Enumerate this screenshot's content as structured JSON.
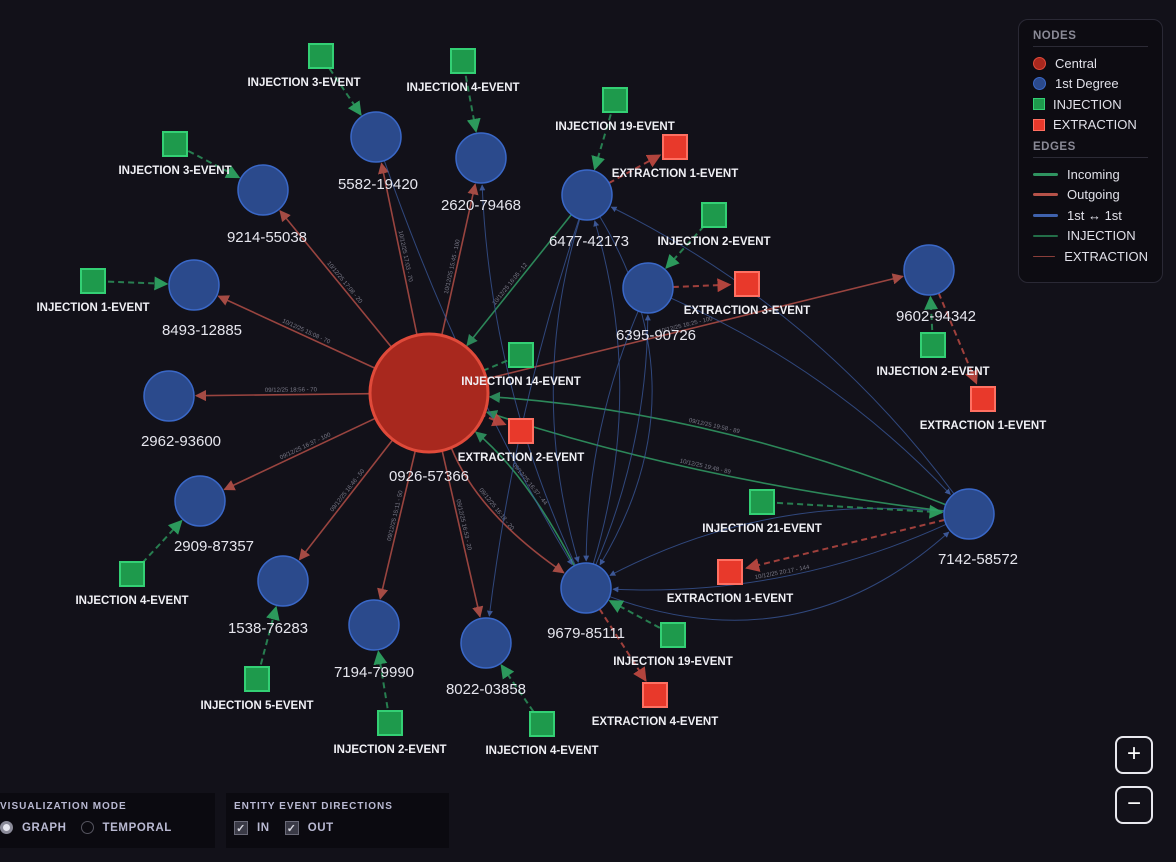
{
  "colors": {
    "background": "#121119",
    "central_fill": "#a8281e",
    "central_stroke": "#e04a3a",
    "first_fill": "#2b4a8c",
    "first_stroke": "#3a68c8",
    "injection_fill": "#1e9a4c",
    "injection_stroke": "#33d074",
    "extraction_fill": "#e8392b",
    "extraction_stroke": "#ff7062",
    "incoming": "#2f9460",
    "outgoing": "#b65249",
    "first_first": "#3f62ad",
    "injection_edge": "#236e48",
    "extraction_edge": "#8a3e3a"
  },
  "legend": {
    "nodes_title": "NODES",
    "nodes": [
      {
        "kind": "central",
        "label": "Central"
      },
      {
        "kind": "first",
        "label": "1st Degree"
      },
      {
        "kind": "injection",
        "label": "INJECTION"
      },
      {
        "kind": "extraction",
        "label": "EXTRACTION"
      }
    ],
    "edges_title": "EDGES",
    "edges": [
      {
        "kind": "incoming",
        "label": "Incoming"
      },
      {
        "kind": "outgoing",
        "label": "Outgoing"
      },
      {
        "kind": "first_first",
        "label": "1st ↔ 1st"
      },
      {
        "kind": "injection_edge",
        "label": "INJECTION"
      },
      {
        "kind": "extraction_edge",
        "label": "EXTRACTION"
      }
    ]
  },
  "graph": {
    "nodes": [
      {
        "id": "c",
        "type": "central",
        "label": "0926-57366"
      },
      {
        "id": "n5582",
        "type": "first",
        "label": "5582-19420"
      },
      {
        "id": "n2620",
        "type": "first",
        "label": "2620-79468"
      },
      {
        "id": "n9214",
        "type": "first",
        "label": "9214-55038"
      },
      {
        "id": "n8493",
        "type": "first",
        "label": "8493-12885"
      },
      {
        "id": "n2962",
        "type": "first",
        "label": "2962-93600"
      },
      {
        "id": "n2909",
        "type": "first",
        "label": "2909-87357"
      },
      {
        "id": "n1538",
        "type": "first",
        "label": "1538-76283"
      },
      {
        "id": "n7194",
        "type": "first",
        "label": "7194-79990"
      },
      {
        "id": "n8022",
        "type": "first",
        "label": "8022-03858"
      },
      {
        "id": "n9679",
        "type": "first",
        "label": "9679-85111"
      },
      {
        "id": "n6477",
        "type": "first",
        "label": "6477-42173"
      },
      {
        "id": "n6395",
        "type": "first",
        "label": "6395-90726"
      },
      {
        "id": "n9602",
        "type": "first",
        "label": "9602-94342"
      },
      {
        "id": "n7142",
        "type": "first",
        "label": "7142-58572"
      },
      {
        "id": "e1",
        "type": "injection",
        "label": "INJECTION 3-EVENT"
      },
      {
        "id": "e2",
        "type": "injection",
        "label": "INJECTION 4-EVENT"
      },
      {
        "id": "e3",
        "type": "injection",
        "label": "INJECTION 3-EVENT"
      },
      {
        "id": "e4",
        "type": "injection",
        "label": "INJECTION 1-EVENT"
      },
      {
        "id": "e5",
        "type": "injection",
        "label": "INJECTION 19-EVENT"
      },
      {
        "id": "e6",
        "type": "extraction",
        "label": "EXTRACTION 1-EVENT"
      },
      {
        "id": "e7",
        "type": "injection",
        "label": "INJECTION 2-EVENT"
      },
      {
        "id": "e8",
        "type": "extraction",
        "label": "EXTRACTION 3-EVENT"
      },
      {
        "id": "e9",
        "type": "injection",
        "label": "INJECTION 14-EVENT"
      },
      {
        "id": "e10",
        "type": "extraction",
        "label": "EXTRACTION 2-EVENT"
      },
      {
        "id": "e11",
        "type": "injection",
        "label": "INJECTION 2-EVENT"
      },
      {
        "id": "e12",
        "type": "extraction",
        "label": "EXTRACTION 1-EVENT"
      },
      {
        "id": "e13",
        "type": "injection",
        "label": "INJECTION 21-EVENT"
      },
      {
        "id": "e14",
        "type": "extraction",
        "label": "EXTRACTION 1-EVENT"
      },
      {
        "id": "e15",
        "type": "injection",
        "label": "INJECTION 4-EVENT"
      },
      {
        "id": "e16",
        "type": "injection",
        "label": "INJECTION 5-EVENT"
      },
      {
        "id": "e17",
        "type": "injection",
        "label": "INJECTION 2-EVENT"
      },
      {
        "id": "e18",
        "type": "injection",
        "label": "INJECTION 4-EVENT"
      },
      {
        "id": "e19",
        "type": "injection",
        "label": "INJECTION 19-EVENT"
      },
      {
        "id": "e20",
        "type": "extraction",
        "label": "EXTRACTION 4-EVENT"
      }
    ],
    "edges": [
      {
        "from": "c",
        "to": "n5582",
        "kind": "outgoing",
        "label": "10/12/25 17:03 - 70"
      },
      {
        "from": "c",
        "to": "n2620",
        "kind": "outgoing",
        "label": "10/12/25 15:45 - 100"
      },
      {
        "from": "c",
        "to": "n9214",
        "kind": "outgoing",
        "label": "10/12/25 17:08 - 20"
      },
      {
        "from": "c",
        "to": "n8493",
        "kind": "outgoing",
        "label": "10/12/25 15:08 - 70"
      },
      {
        "from": "c",
        "to": "n2962",
        "kind": "outgoing",
        "label": "09/12/25 18:56 - 70"
      },
      {
        "from": "c",
        "to": "n2909",
        "kind": "outgoing",
        "label": "09/12/25 16:37 - 100"
      },
      {
        "from": "c",
        "to": "n1538",
        "kind": "outgoing",
        "label": "09/12/25 16:46 - 50"
      },
      {
        "from": "c",
        "to": "n7194",
        "kind": "outgoing",
        "label": "09/12/25 15:11 - 50"
      },
      {
        "from": "c",
        "to": "n8022",
        "kind": "outgoing",
        "label": "09/12/25 16:53 - 20"
      },
      {
        "from": "c",
        "to": "n9679",
        "kind": "outgoing",
        "label": "09/12/25 16:18 - 20",
        "bend": 0.15
      },
      {
        "from": "c",
        "to": "n9602",
        "kind": "outgoing",
        "label": "10/12/25 16:25 - 100"
      },
      {
        "from": "n6477",
        "to": "c",
        "kind": "incoming",
        "label": "10/12/25 16:05 - 12"
      },
      {
        "from": "n7142",
        "to": "c",
        "kind": "incoming",
        "label": "09/12/25 19:58 - 89",
        "bend": 0.08
      },
      {
        "from": "n7142",
        "to": "c",
        "kind": "incoming",
        "label": "10/12/25 19:48 - 89",
        "bend": -0.05
      },
      {
        "from": "n9679",
        "to": "c",
        "kind": "incoming",
        "label": "09/12/25 16:37 - 44",
        "bend": 0.1
      },
      {
        "from": "n5582",
        "to": "n9679",
        "kind": "first_first",
        "label": "",
        "bend": 0.05
      },
      {
        "from": "n6477",
        "to": "n9679",
        "kind": "first_first",
        "label": "",
        "bend": 0.15
      },
      {
        "from": "n9679",
        "to": "n6477",
        "kind": "first_first",
        "label": "",
        "bend": 0.15
      },
      {
        "from": "n6477",
        "to": "n8022",
        "kind": "first_first",
        "label": "",
        "bend": 0.05
      },
      {
        "from": "n6395",
        "to": "n9679",
        "kind": "first_first",
        "label": "",
        "bend": 0.1
      },
      {
        "from": "n9679",
        "to": "n6395",
        "kind": "first_first",
        "label": "",
        "bend": 0.1
      },
      {
        "from": "n7142",
        "to": "n6477",
        "kind": "first_first",
        "label": "",
        "bend": 0.12
      },
      {
        "from": "n7142",
        "to": "n9679",
        "kind": "first_first",
        "label": "10/12/25 20:17 - 144",
        "bend": -0.12
      },
      {
        "from": "n7142",
        "to": "n9679",
        "kind": "first_first",
        "label": "",
        "bend": 0.15
      },
      {
        "from": "n9679",
        "to": "n7142",
        "kind": "first_first",
        "label": "",
        "bend": 0.3
      },
      {
        "from": "n6395",
        "to": "n7142",
        "kind": "first_first",
        "label": "",
        "bend": -0.1
      },
      {
        "from": "n9679",
        "to": "n2620",
        "kind": "first_first",
        "label": "",
        "bend": -0.1
      },
      {
        "from": "n6477",
        "to": "n9679",
        "kind": "first_first",
        "label": "",
        "bend": -0.3
      },
      {
        "from": "e1",
        "to": "n5582",
        "kind": "injection_edge",
        "label": ""
      },
      {
        "from": "e2",
        "to": "n2620",
        "kind": "injection_edge",
        "label": ""
      },
      {
        "from": "e3",
        "to": "n9214",
        "kind": "injection_edge",
        "label": ""
      },
      {
        "from": "e4",
        "to": "n8493",
        "kind": "injection_edge",
        "label": ""
      },
      {
        "from": "e5",
        "to": "n6477",
        "kind": "injection_edge",
        "label": ""
      },
      {
        "from": "n6477",
        "to": "e6",
        "kind": "extraction_edge",
        "label": ""
      },
      {
        "from": "e7",
        "to": "n6395",
        "kind": "injection_edge",
        "label": ""
      },
      {
        "from": "n6395",
        "to": "e8",
        "kind": "extraction_edge",
        "label": ""
      },
      {
        "from": "e9",
        "to": "c",
        "kind": "injection_edge",
        "label": ""
      },
      {
        "from": "c",
        "to": "e10",
        "kind": "extraction_edge",
        "label": ""
      },
      {
        "from": "e11",
        "to": "n9602",
        "kind": "injection_edge",
        "label": ""
      },
      {
        "from": "n9602",
        "to": "e12",
        "kind": "extraction_edge",
        "label": ""
      },
      {
        "from": "e13",
        "to": "n7142",
        "kind": "injection_edge",
        "label": ""
      },
      {
        "from": "n7142",
        "to": "e14",
        "kind": "extraction_edge",
        "label": ""
      },
      {
        "from": "e15",
        "to": "n2909",
        "kind": "injection_edge",
        "label": ""
      },
      {
        "from": "e16",
        "to": "n1538",
        "kind": "injection_edge",
        "label": ""
      },
      {
        "from": "e17",
        "to": "n7194",
        "kind": "injection_edge",
        "label": ""
      },
      {
        "from": "e18",
        "to": "n8022",
        "kind": "injection_edge",
        "label": ""
      },
      {
        "from": "e19",
        "to": "n9679",
        "kind": "injection_edge",
        "label": ""
      },
      {
        "from": "n9679",
        "to": "e20",
        "kind": "extraction_edge",
        "label": ""
      }
    ]
  },
  "zoom": {
    "in_label": "+",
    "out_label": "−"
  },
  "visualization_mode": {
    "title": "VISUALIZATION MODE",
    "options": [
      {
        "label": "GRAPH",
        "selected": true
      },
      {
        "label": "TEMPORAL",
        "selected": false
      }
    ]
  },
  "entity_event_directions": {
    "title": "ENTITY EVENT DIRECTIONS",
    "options": [
      {
        "label": "IN",
        "checked": true
      },
      {
        "label": "OUT",
        "checked": true
      }
    ],
    "check_glyph": "✓"
  }
}
